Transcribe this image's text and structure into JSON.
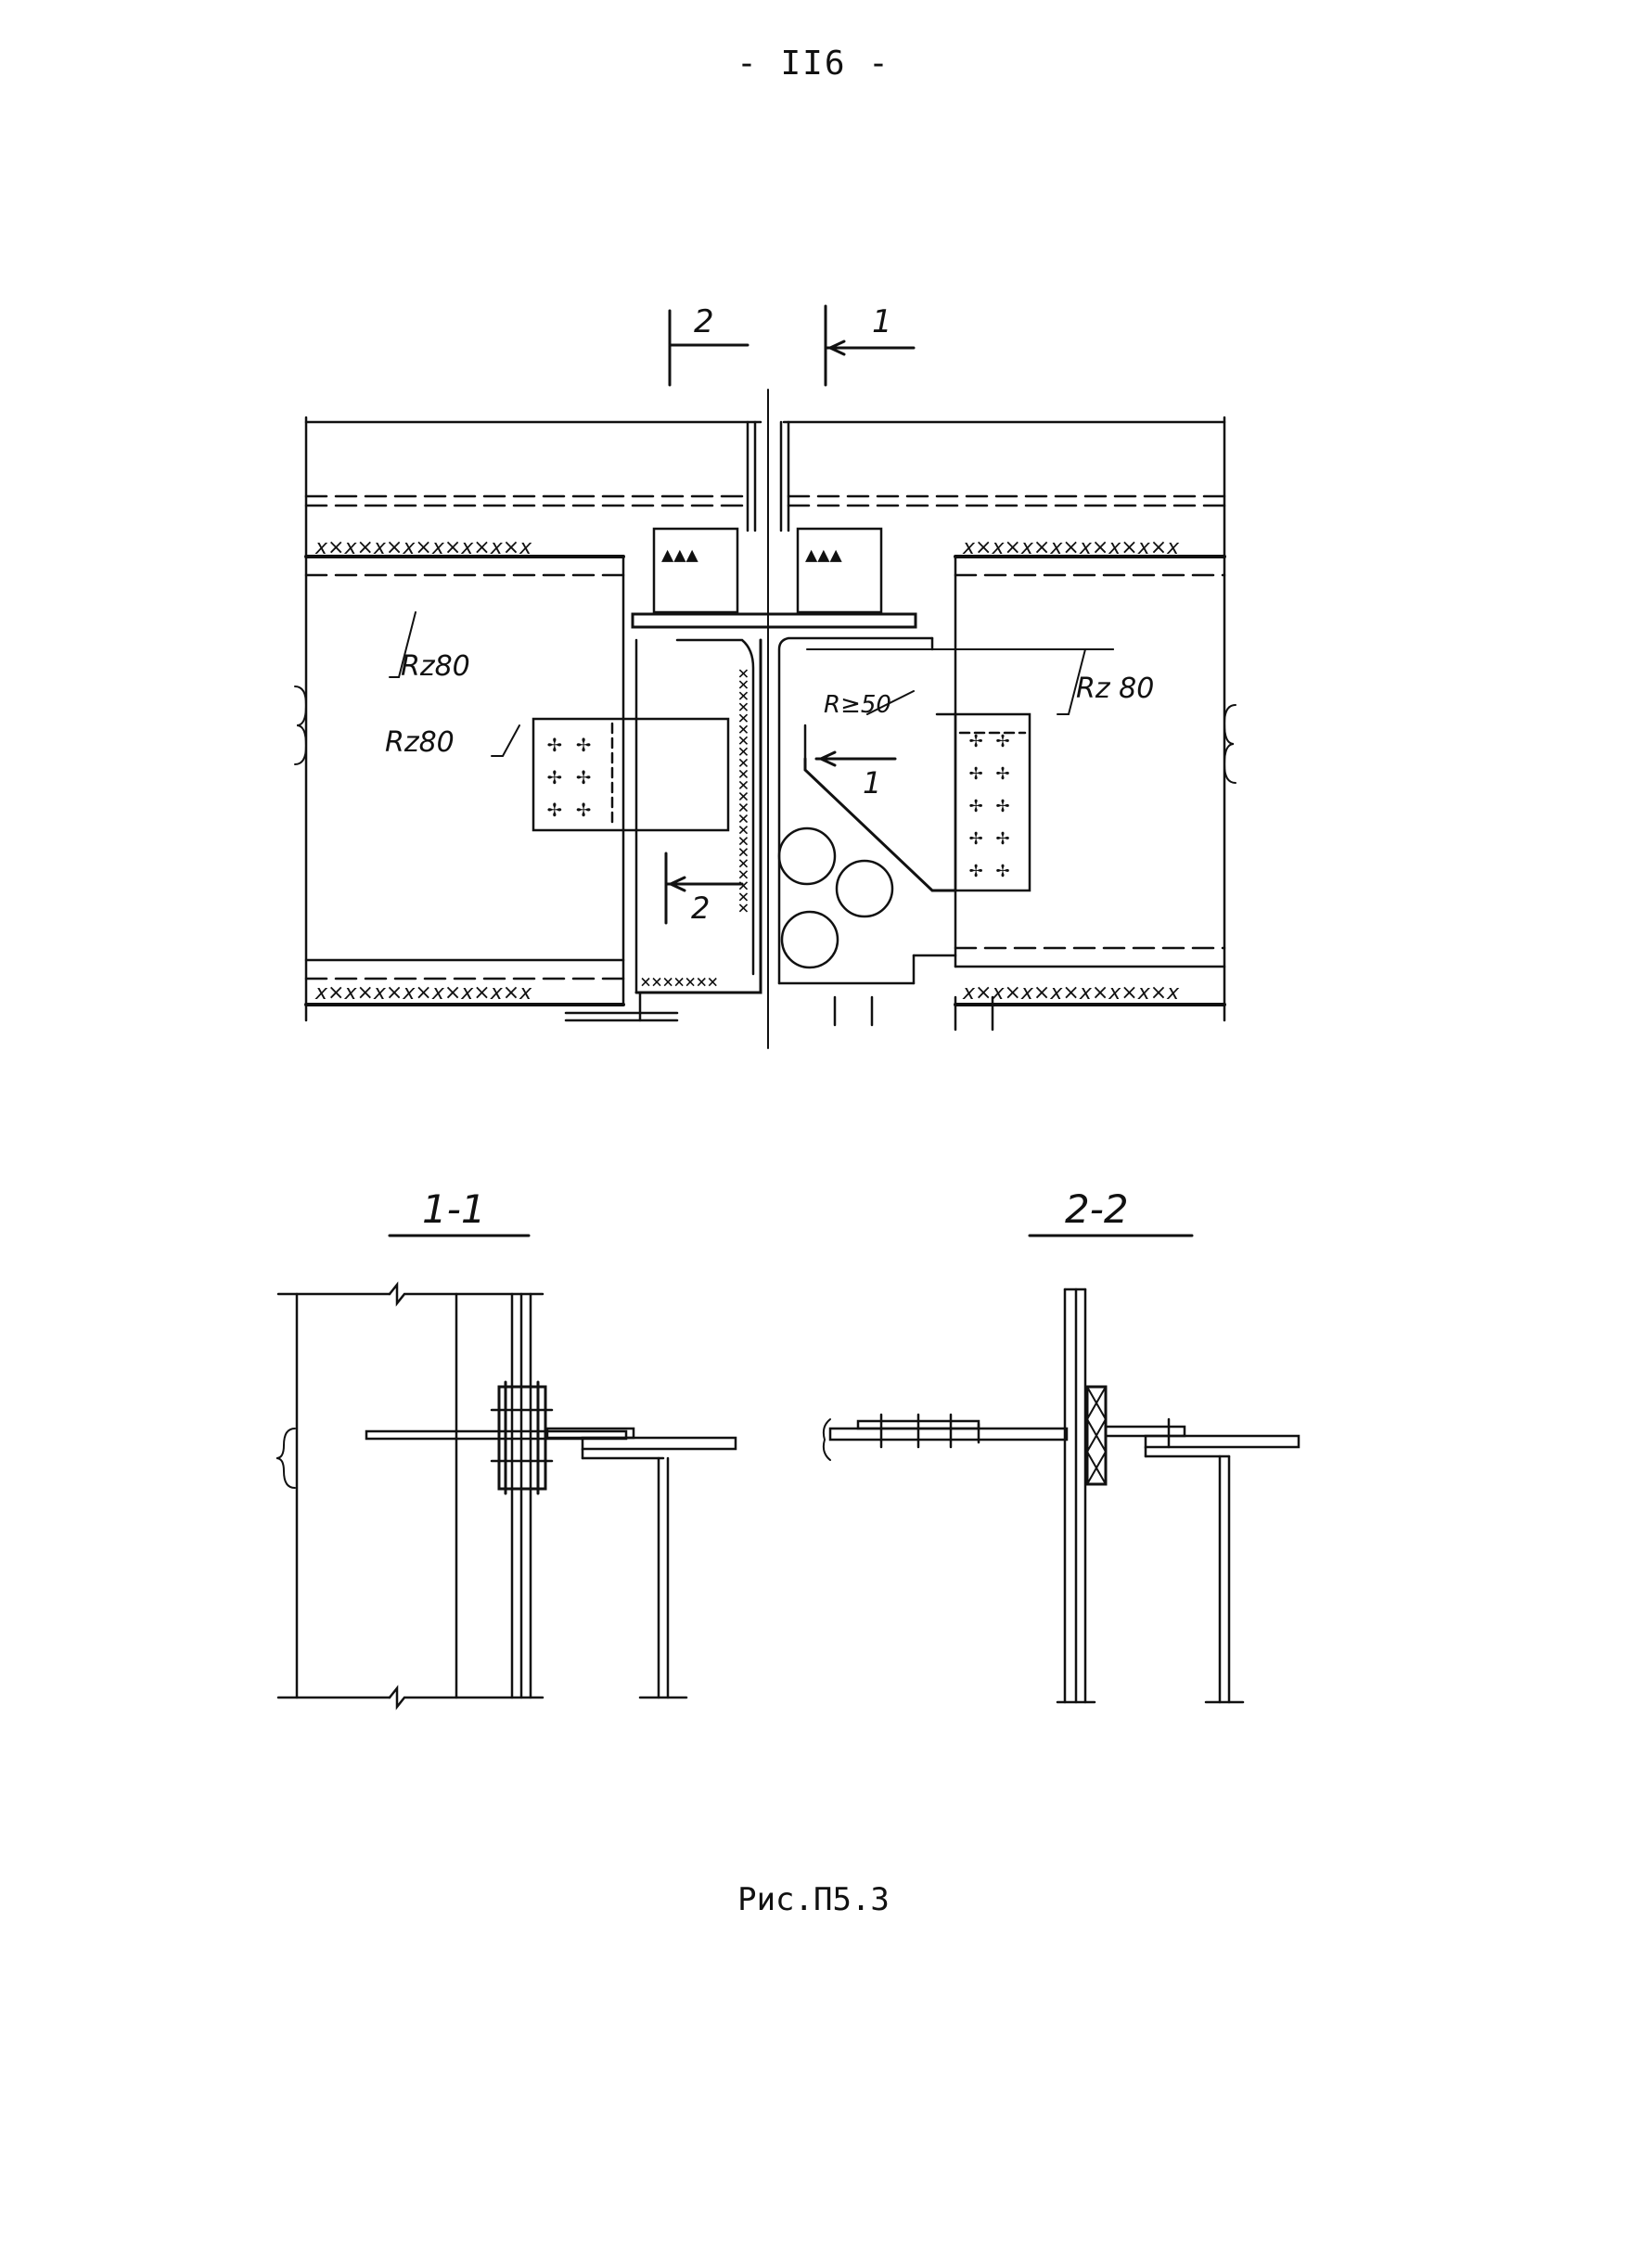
{
  "page": {
    "page_number": "- II6 -",
    "caption": "Рис.П5.3"
  },
  "plan_view": {
    "section_markers": [
      "2",
      "1"
    ],
    "inner_section_markers": [
      "1",
      "2"
    ],
    "roughness_labels": [
      "Rz80",
      "Rz80",
      "Rz 80"
    ],
    "fillet_label": "R≥50"
  },
  "sections": {
    "section_1_title": "1-1",
    "section_2_title": "2-2"
  }
}
